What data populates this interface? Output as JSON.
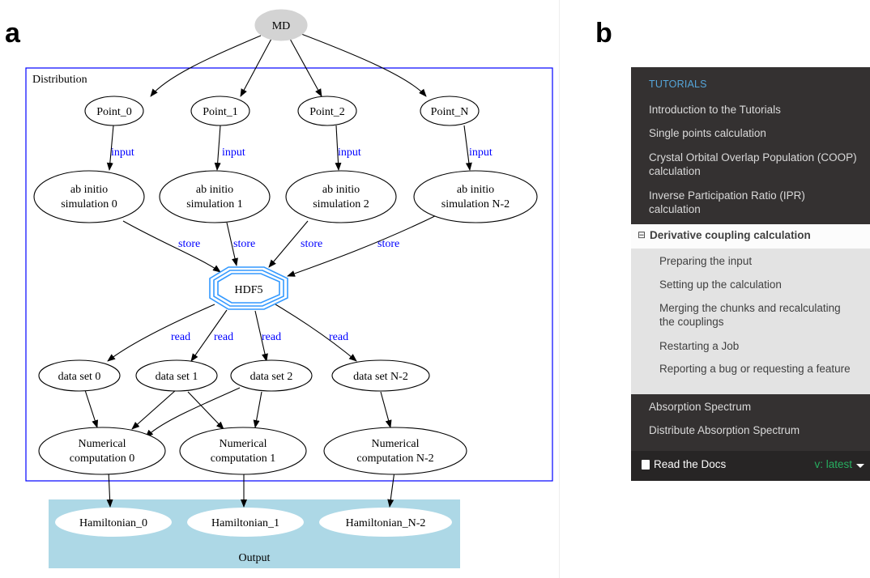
{
  "panels": {
    "a": "a",
    "b": "b"
  },
  "diagram": {
    "root": "MD",
    "cluster_distribution": "Distribution",
    "cluster_output": "Output",
    "points": [
      "Point_0",
      "Point_1",
      "Point_2",
      "Point_N"
    ],
    "simulations": [
      [
        "ab initio",
        "simulation 0"
      ],
      [
        "ab initio",
        "simulation 1"
      ],
      [
        "ab initio",
        "simulation 2"
      ],
      [
        "ab initio",
        "simulation N-2"
      ]
    ],
    "storage": "HDF5",
    "datasets": [
      "data set 0",
      "data set 1",
      "data set 2",
      "data set N-2"
    ],
    "computations": [
      [
        "Numerical",
        "computation 0"
      ],
      [
        "Numerical",
        "computation 1"
      ],
      [
        "Numerical",
        "computation N-2"
      ]
    ],
    "hamiltonians": [
      "Hamiltonian_0",
      "Hamiltonian_1",
      "Hamiltonian_N-2"
    ],
    "edge_labels": {
      "input": "input",
      "store": "store",
      "read": "read"
    },
    "colors": {
      "cluster_border": "#0000ff",
      "edge_label": "#0000ff",
      "hdf5": "#3399ff",
      "output_bg": "#add8e6",
      "md_fill": "#d3d3d3"
    }
  },
  "sidebar": {
    "caption": "TUTORIALS",
    "items_top": [
      "Introduction to the Tutorials",
      "Single points calculation",
      "Crystal Orbital Overlap Population (COOP) calculation",
      "Inverse Participation Ratio (IPR) calculation"
    ],
    "current": {
      "toggle": "⊟",
      "label": "Derivative coupling calculation",
      "subitems": [
        "Preparing the input",
        "Setting up the calculation",
        "Merging the chunks and recalculating the couplings",
        "Restarting a Job",
        "Reporting a bug or requesting a feature"
      ]
    },
    "items_bottom": [
      "Absorption Spectrum",
      "Distribute Absorption Spectrum"
    ],
    "footer": {
      "read_the_docs": "Read the Docs",
      "version": "v: latest"
    },
    "colors": {
      "bg": "#343131",
      "caption": "#55a5d9",
      "version": "#27ae60"
    }
  }
}
